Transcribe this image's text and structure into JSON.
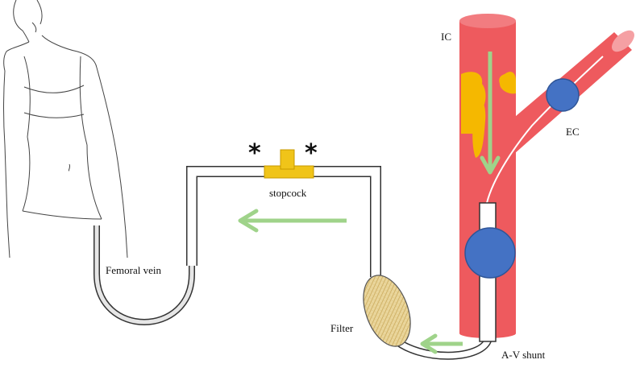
{
  "labels": {
    "ic": "IC",
    "ec": "EC",
    "stopcock": "stopcock",
    "femoral_vein": "Femoral vein",
    "filter": "Filter",
    "av_shunt": "A-V shunt",
    "asterisk_left": "*",
    "asterisk_right": "*"
  },
  "colors": {
    "artery": "#ee5a5e",
    "artery_top": "#f27c80",
    "plaque": "#f5b800",
    "embolus": "#4472c4",
    "flow_arrow": "#9fd38a",
    "stopcock": "#f0c419",
    "filter": "#e8d49a",
    "tube_outline": "#333333"
  },
  "icons": {
    "flow_arrows": "arrow-left-icon",
    "flow_down": "arrow-down-icon"
  }
}
